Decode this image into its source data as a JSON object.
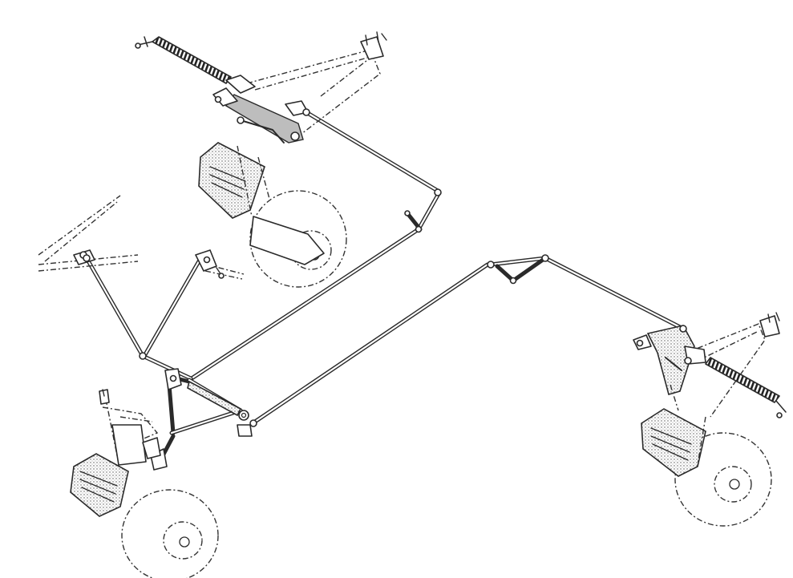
{
  "figure": {
    "kind": "technical line illustration",
    "palette": {
      "ink": "#2a2a2a",
      "paper": "#ffffff",
      "shade": "#bdbdbd"
    },
    "components": [
      "front-left-wheel",
      "front-right-wheel",
      "rear-wheel",
      "upper-brake-assembly",
      "lower-left-brake-assembly",
      "right-brake-assembly",
      "crossbar-pedal",
      "hand-lever",
      "linkage-rods",
      "return-springs"
    ]
  }
}
